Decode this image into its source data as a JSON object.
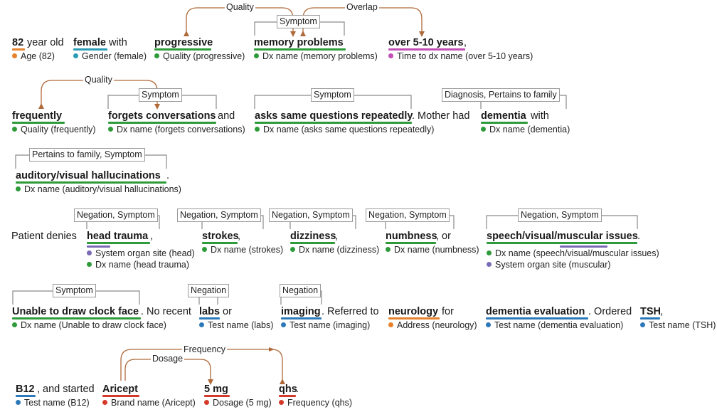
{
  "colors": {
    "age": "#e8822a",
    "gender": "#2a9bb5",
    "green": "#2e9b3a",
    "time": "#c24fb5",
    "organ": "#7b6bb6",
    "test": "#2b79b8",
    "address": "#e8822a",
    "red": "#d33a2c",
    "arrow": "#b06a3a",
    "bracket": "#8a8a8a"
  },
  "text": {
    "t1": "82",
    "t2": "year old",
    "t3": "female",
    "t4": "with",
    "t5": "progressive",
    "t6": "memory problems",
    "t7": "over 5-10 years",
    "t8": ",",
    "t9": "frequently",
    "t10": "forgets conversations",
    "t11": "and",
    "t12": "asks same questions repeatedly",
    "t13": ". Mother had",
    "t14": "dementia",
    "t15": "with",
    "t16": "auditory/visual hallucinations",
    "t17": ".",
    "t18": "Patient denies",
    "t19": "head trauma",
    "t20": ",",
    "t21": "strokes",
    "t22": ",",
    "t23": "dizziness",
    "t24": ",",
    "t25": "numbness",
    "t26": ", or",
    "t27": "speech/visual/muscular issues",
    "t28": ".",
    "t29": "Unable to draw clock face",
    "t30": ". No recent",
    "t31": "labs",
    "t32": "or",
    "t33": "imaging",
    "t34": ". Referred to",
    "t35": "neurology",
    "t36": "for",
    "t37": "dementia evaluation",
    "t38": ". Ordered",
    "t39": "TSH",
    "t40": ",",
    "t41": "B12",
    "t42": ", and started",
    "t43": "Aricept",
    "t44": "5 mg",
    "t45": "qhs",
    "t46": "."
  },
  "annotations": {
    "a1": "Age (82)",
    "a2": "Gender (female)",
    "a3": "Quality (progressive)",
    "a4": "Dx name (memory problems)",
    "a5": "Time to dx name (over 5-10 years)",
    "a6": "Quality (frequently)",
    "a7": "Dx name (forgets conversations)",
    "a8": "Dx name (asks same questions repeatedly)",
    "a9": "Dx name (dementia)",
    "a10": "Dx name (auditory/visual hallucinations)",
    "a11": "System organ site (head)",
    "a12": "Dx name (head trauma)",
    "a13": "Dx name (strokes)",
    "a14": "Dx name (dizziness)",
    "a15": "Dx name (numbness)",
    "a16": "Dx name (speech/visual/muscular issues)",
    "a17": "System organ site (muscular)",
    "a18": "Dx name (Unable to draw clock face)",
    "a19": "Test name (labs)",
    "a20": "Test name (imaging)",
    "a21": "Address (neurology)",
    "a22": "Test name (dementia evaluation)",
    "a23": "Test name (TSH)",
    "a24": "Test name (B12)",
    "a25": "Brand name (Aricept)",
    "a26": "Dosage (5 mg)",
    "a27": "Frequency (qhs)"
  },
  "relations": {
    "r1": "Symptom",
    "r2": "Symptom",
    "r3": "Symptom",
    "r4": "Diagnosis, Pertains to family",
    "r5": "Pertains to family, Symptom",
    "r6": "Negation, Symptom",
    "r7": "Negation, Symptom",
    "r8": "Negation, Symptom",
    "r9": "Negation, Symptom",
    "r10": "Negation, Symptom",
    "r11": "Symptom",
    "r12": "Negation",
    "r13": "Negation"
  },
  "links": {
    "l1": "Quality",
    "l2": "Overlap",
    "l3": "Quality",
    "l4": "Frequency",
    "l5": "Dosage"
  }
}
